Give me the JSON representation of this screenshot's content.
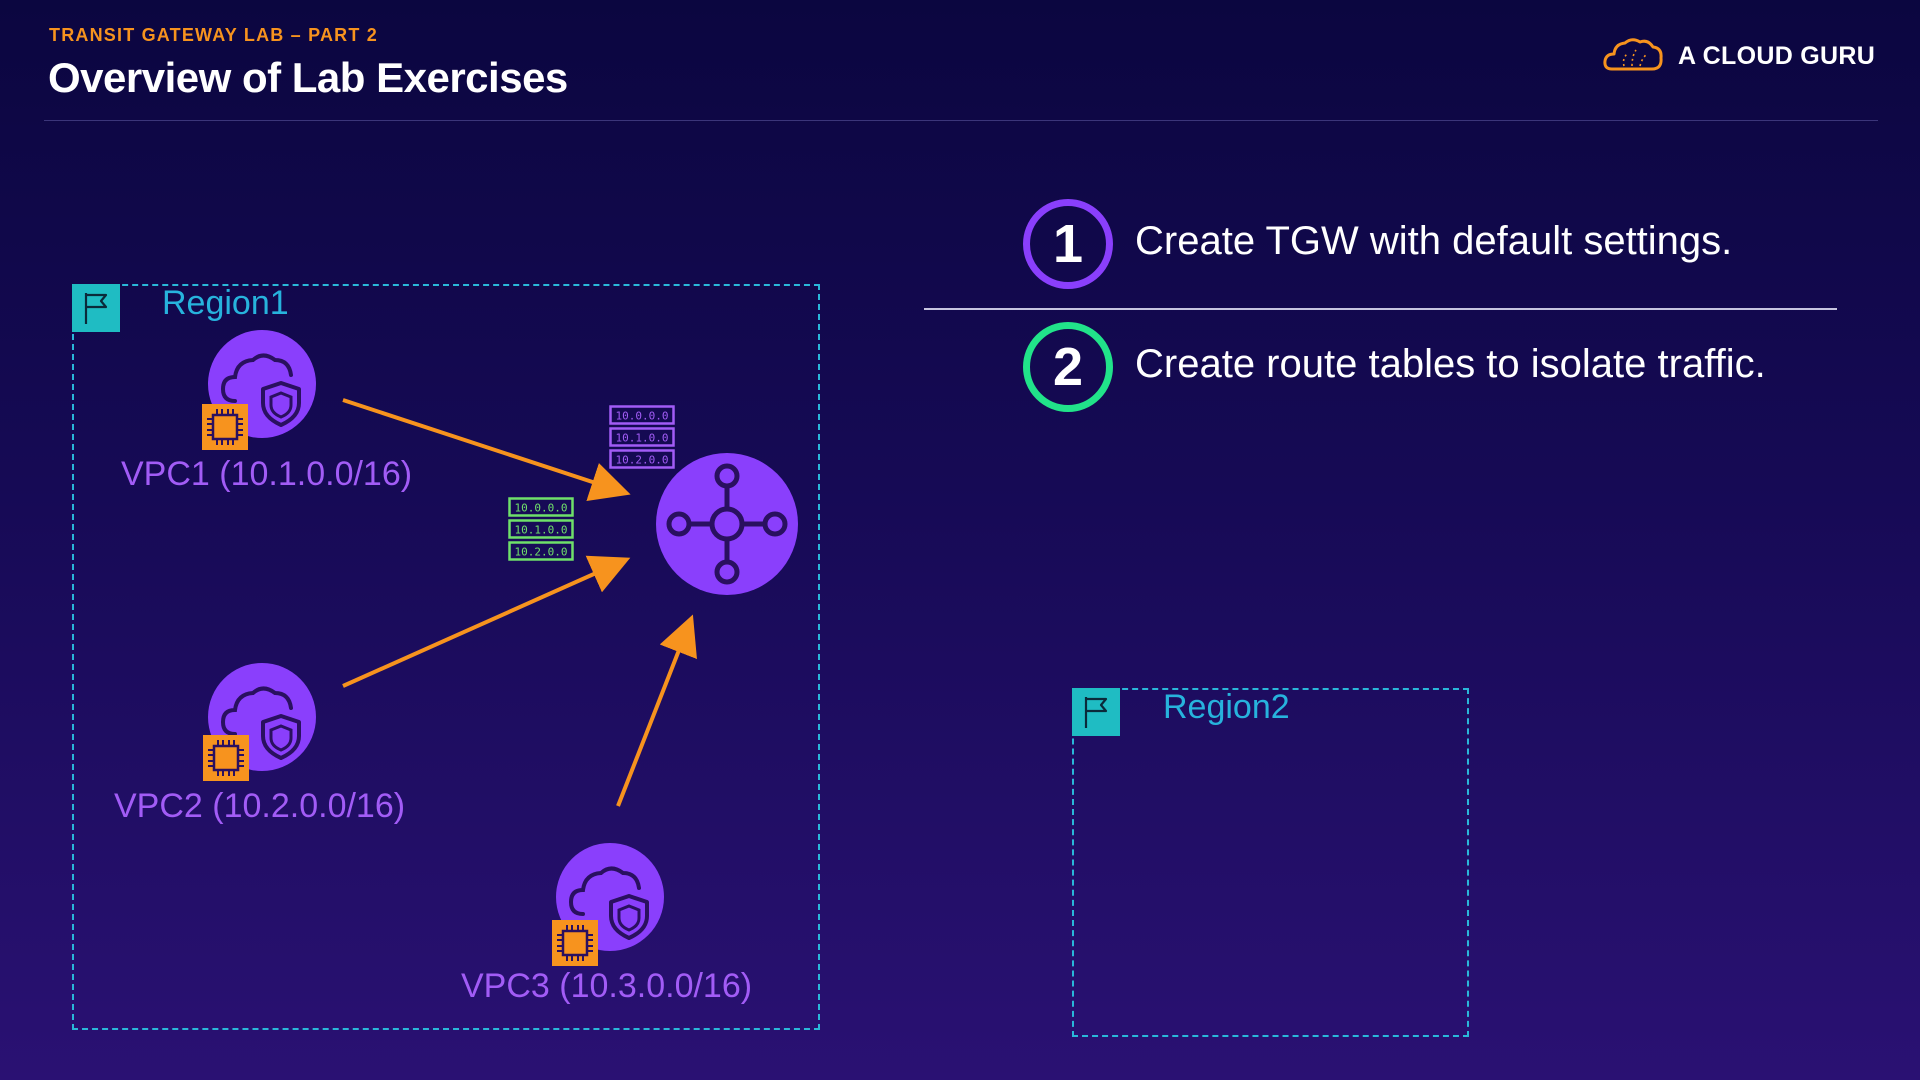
{
  "header": {
    "subtitle": "TRANSIT GATEWAY LAB – PART 2",
    "title": "Overview of Lab Exercises",
    "brand": "A CLOUD GURU",
    "brand_icon": "cloud-logo-icon"
  },
  "colors": {
    "background_top": "#0b0640",
    "background_bottom": "#2a1173",
    "accent_orange": "#f7931e",
    "vpc_purple": "#8a3ffc",
    "region_cyan": "#2ab7d9",
    "step2_green": "#21e38a"
  },
  "diagram": {
    "region1": {
      "label": "Region1",
      "icon": "flag-icon"
    },
    "region2": {
      "label": "Region2",
      "icon": "flag-icon"
    },
    "vpcs": [
      {
        "label": "VPC1 (10.1.0.0/16)",
        "icon": "vpc-cloud-shield-icon",
        "badge_icon": "ec2-chip-icon"
      },
      {
        "label": "VPC2 (10.2.0.0/16)",
        "icon": "vpc-cloud-shield-icon",
        "badge_icon": "ec2-chip-icon"
      },
      {
        "label": "VPC3 (10.3.0.0/16)",
        "icon": "vpc-cloud-shield-icon",
        "badge_icon": "ec2-chip-icon"
      }
    ],
    "transit_gateway": {
      "icon": "transit-gateway-icon"
    },
    "route_tables": [
      {
        "color": "#a25cf6",
        "icon": "route-table-icon",
        "entries": [
          "10.0.0.0",
          "10.1.0.0",
          "10.2.0.0"
        ]
      },
      {
        "color": "#6fe06a",
        "icon": "route-table-icon",
        "entries": [
          "10.0.0.0",
          "10.1.0.0",
          "10.2.0.0"
        ]
      }
    ]
  },
  "steps": [
    {
      "number": "1",
      "text": "Create TGW with default settings."
    },
    {
      "number": "2",
      "text": "Create route tables to isolate traffic."
    }
  ]
}
